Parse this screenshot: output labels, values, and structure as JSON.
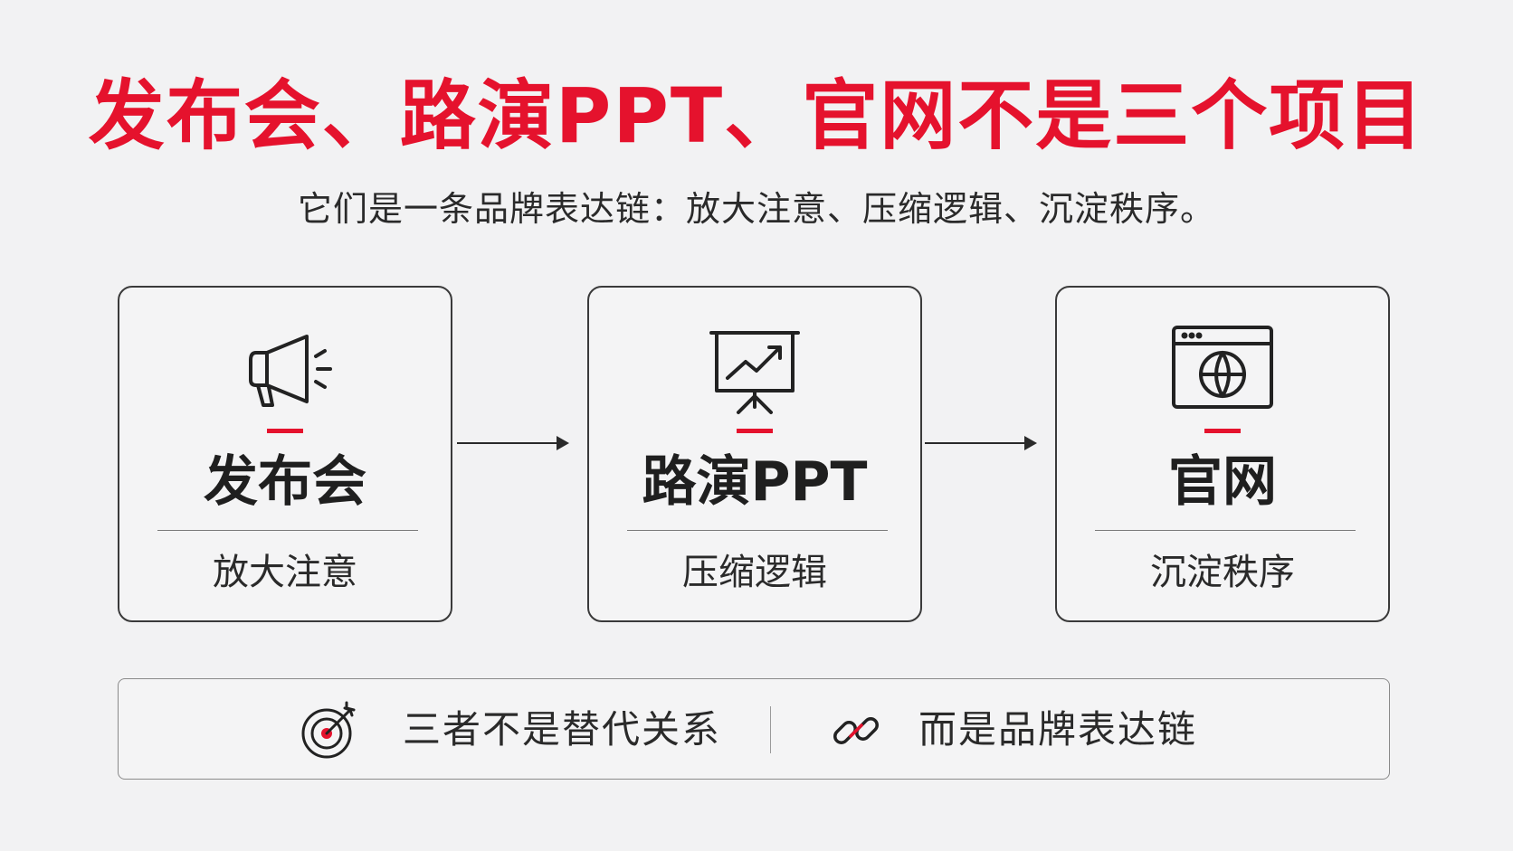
{
  "headline": "发布会、路演PPT、官网不是三个项目",
  "subtitle": "它们是一条品牌表达链：放大注意、压缩逻辑、沉淀秩序。",
  "colors": {
    "accent": "#e5122d",
    "text": "#2a2a2a",
    "background": "#f2f2f3"
  },
  "cards": [
    {
      "icon": "megaphone-icon",
      "title": "发布会",
      "subtitle": "放大注意"
    },
    {
      "icon": "presentation-chart-icon",
      "title": "路演PPT",
      "subtitle": "压缩逻辑"
    },
    {
      "icon": "browser-globe-icon",
      "title": "官网",
      "subtitle": "沉淀秩序"
    }
  ],
  "bottom_bar": {
    "left": {
      "icon": "target-icon",
      "text": "三者不是替代关系"
    },
    "right": {
      "icon": "link-icon",
      "text": "而是品牌表达链"
    }
  }
}
